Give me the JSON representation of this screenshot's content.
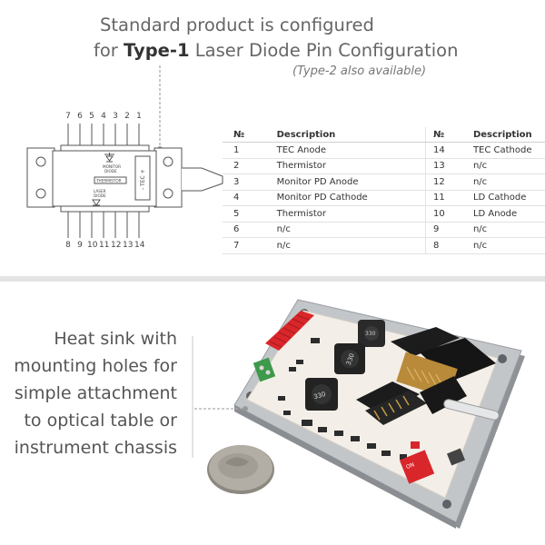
{
  "header": {
    "line1": "Standard product is configured",
    "line2_prefix": "for ",
    "line2_bold": "Type-1",
    "line2_suffix": " Laser Diode Pin Configuration",
    "note": "(Type-2 also available)"
  },
  "diagram": {
    "top_pins": [
      "7",
      "6",
      "5",
      "4",
      "3",
      "2",
      "1"
    ],
    "bottom_pins": [
      "8",
      "9",
      "10",
      "11",
      "12",
      "13",
      "14"
    ],
    "labels": {
      "monitor_diode_1": "MONITOR",
      "monitor_diode_2": "DIODE",
      "thermistor": "THERMISTOR",
      "laser_diode_1": "LASER",
      "laser_diode_2": "DIODE",
      "tec": "- TEC +"
    }
  },
  "pin_table": {
    "headers": [
      "№",
      "Description",
      "№",
      "Description"
    ],
    "rows": [
      [
        "1",
        "TEC Anode",
        "14",
        "TEC Cathode"
      ],
      [
        "2",
        "Thermistor",
        "13",
        "n/c"
      ],
      [
        "3",
        "Monitor PD Anode",
        "12",
        "n/c"
      ],
      [
        "4",
        "Monitor PD Cathode",
        "11",
        "LD Cathode"
      ],
      [
        "5",
        "Thermistor",
        "10",
        "LD Anode"
      ],
      [
        "6",
        "n/c",
        "9",
        "n/c"
      ],
      [
        "7",
        "n/c",
        "8",
        "n/c"
      ]
    ]
  },
  "side_text": {
    "lines": [
      "Heat sink with",
      "mounting holes for",
      "simple attachment",
      "to optical table or",
      "instrument chassis"
    ]
  },
  "board": {
    "ic_mark_1": "330",
    "ic_mark_2": "330",
    "ic_mark_3": "330",
    "switch_label": "ON"
  },
  "colors": {
    "accent_red": "#d9262b",
    "board_white": "#f3efe8",
    "heatsink_gray": "#b5b8bb"
  }
}
